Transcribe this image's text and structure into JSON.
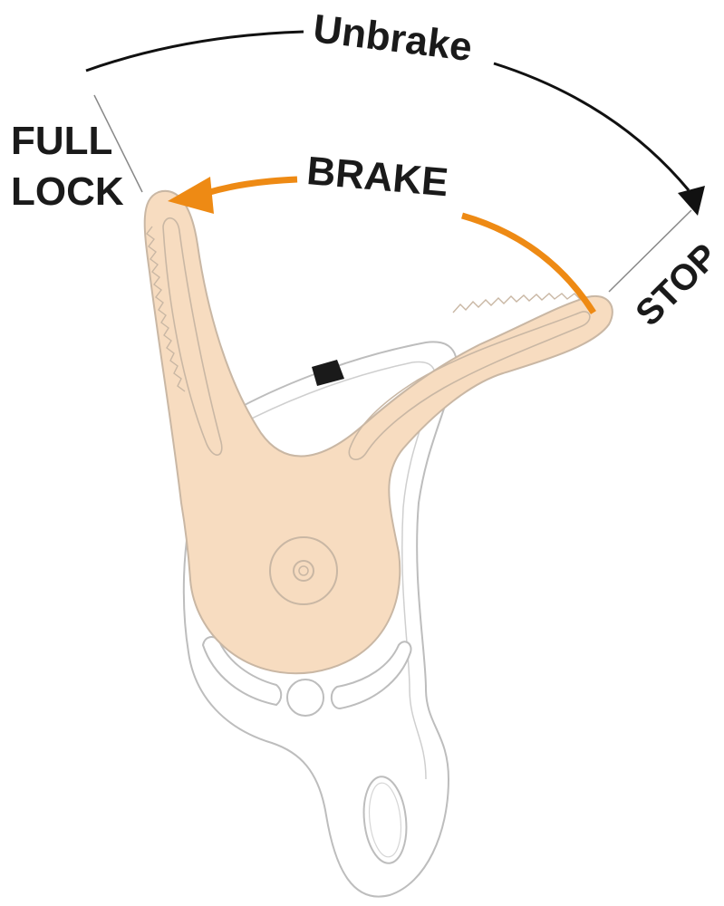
{
  "labels": {
    "unbrake": "Unbrake",
    "brake": "BRAKE",
    "full_lock_line1": "FULL",
    "full_lock_line2": "LOCK",
    "stop": "STOP"
  },
  "colors": {
    "handle_fill": "#f7dcc0",
    "handle_outline": "#c9b7a4",
    "brake_arrow": "#ee8a14",
    "unbrake_arrow": "#111111",
    "device_outline": "#bfbfbf",
    "device_fill": "#ffffff",
    "tab": "#1a1a1a"
  },
  "icons": {
    "unbrake_arrow": "curved-arrow-clockwise",
    "brake_arrow": "curved-arrow-counterclockwise"
  }
}
